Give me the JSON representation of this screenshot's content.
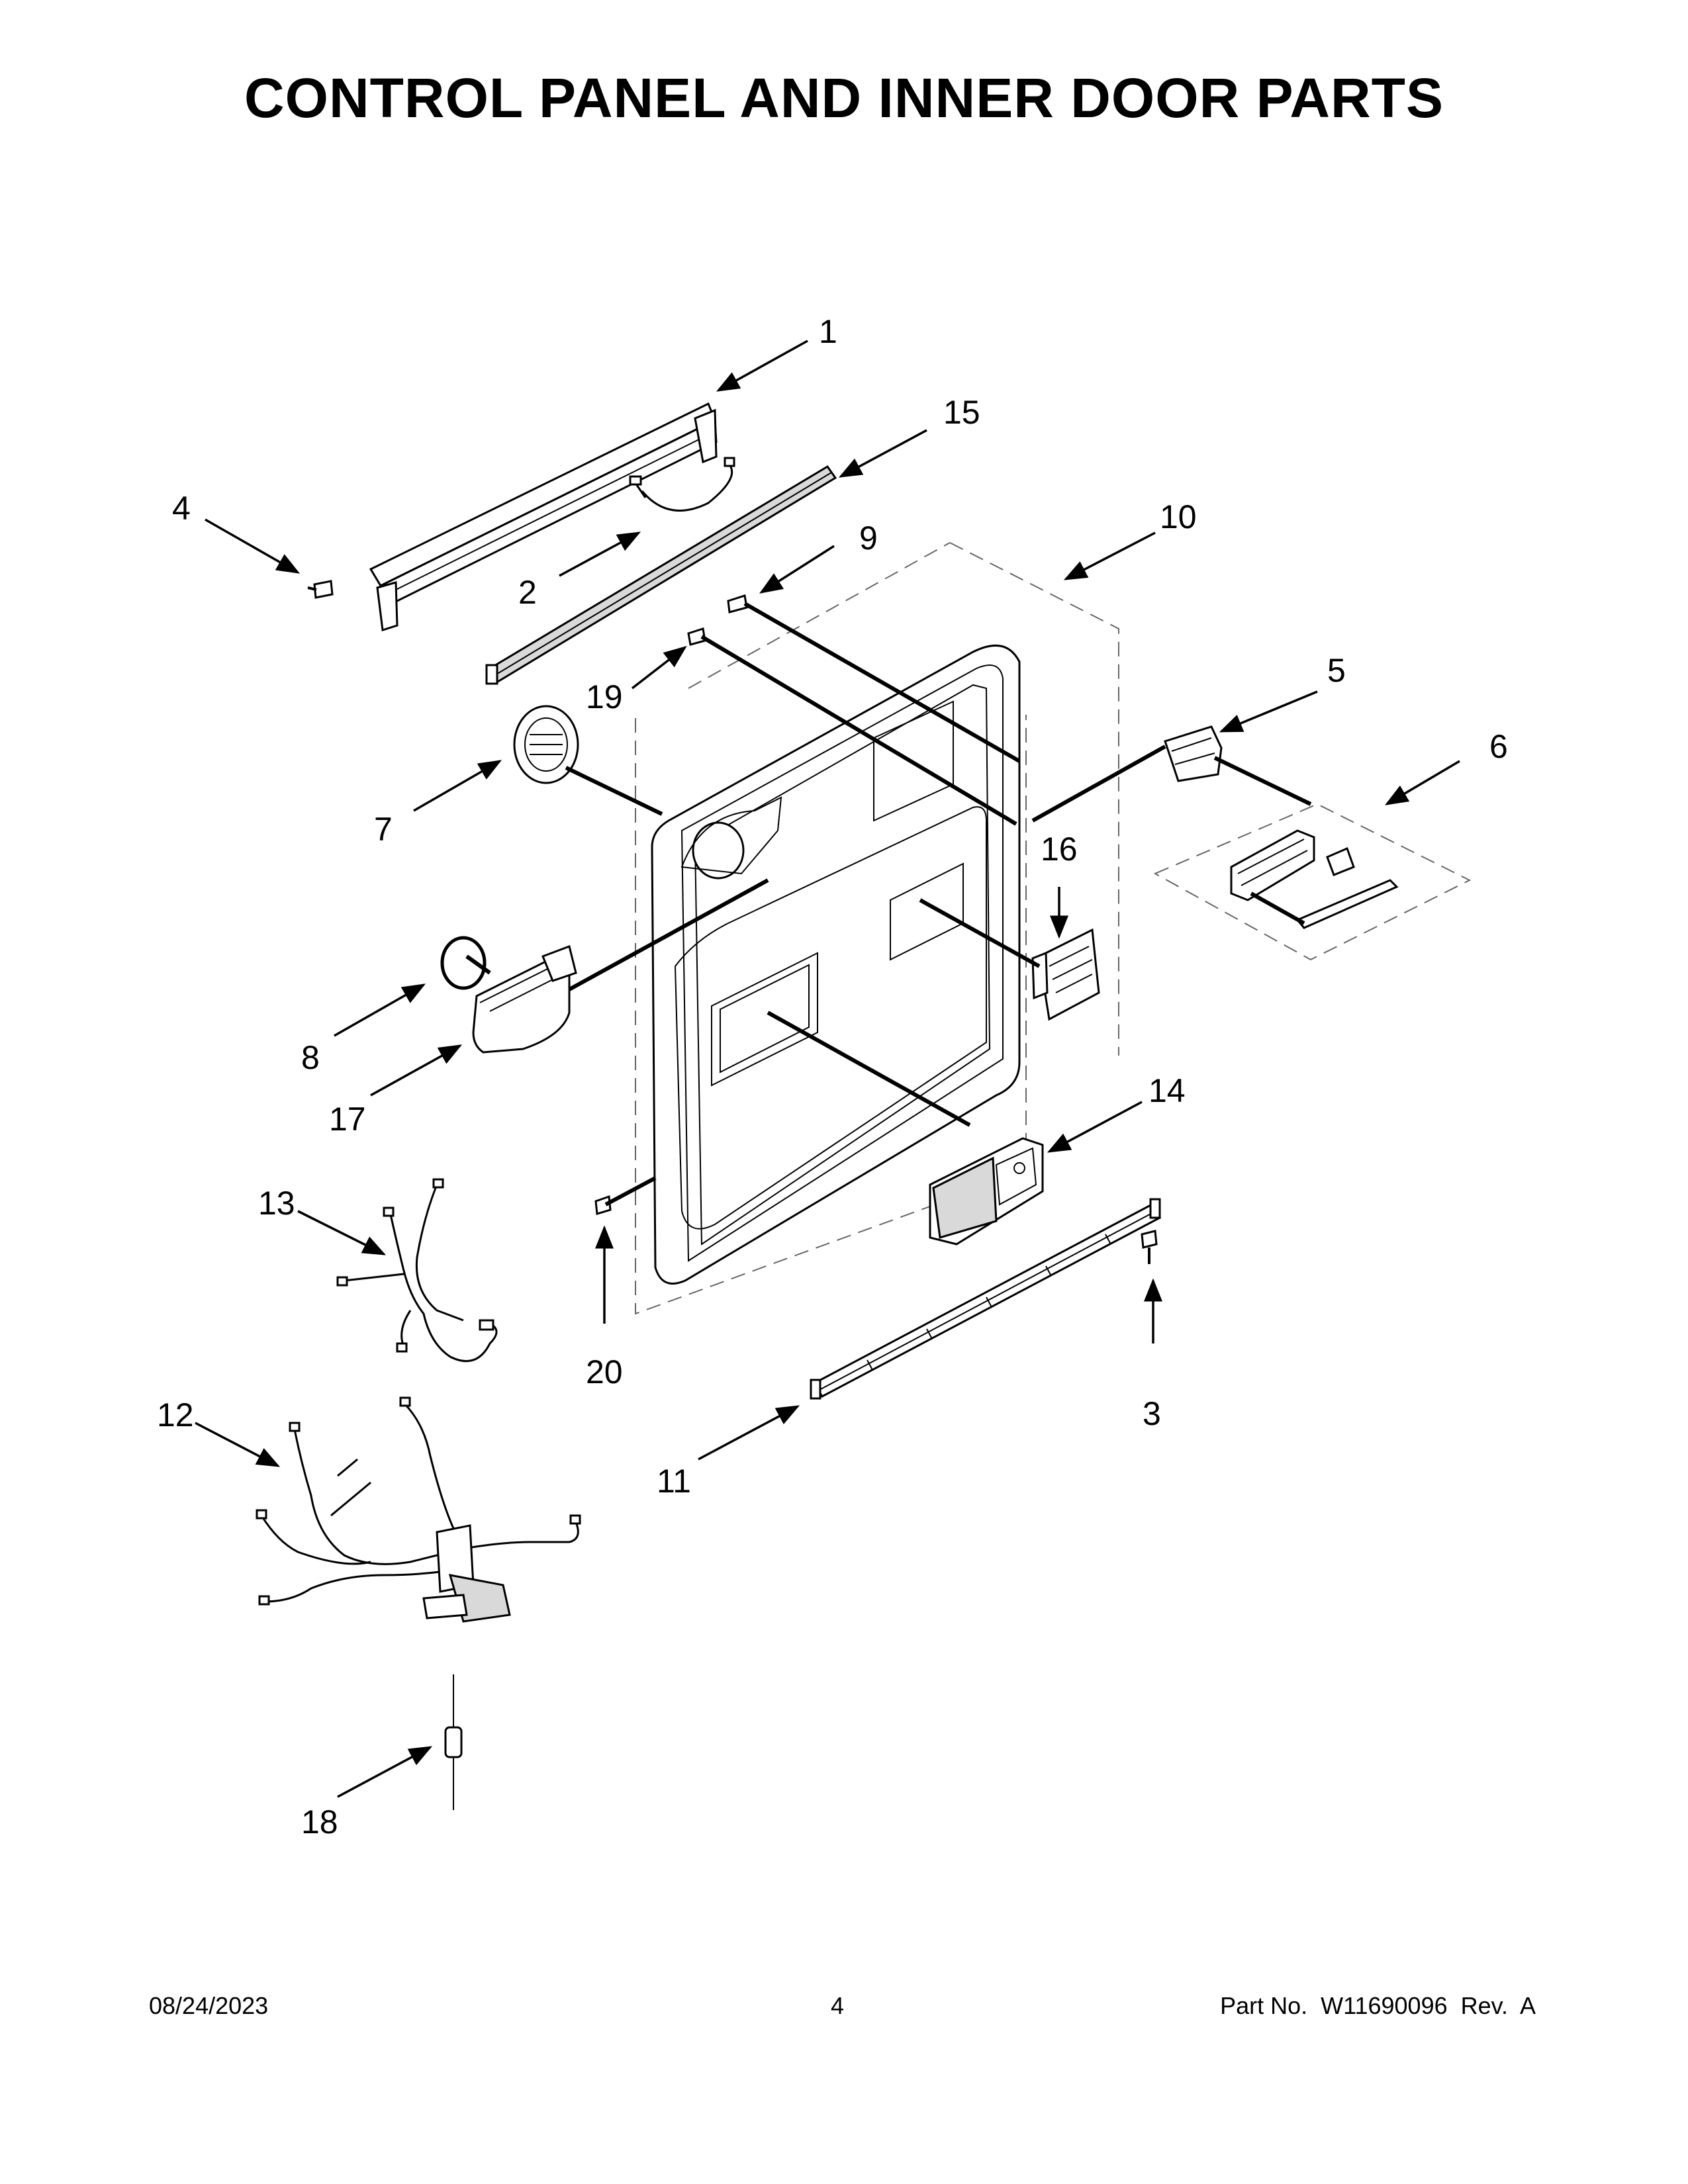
{
  "title": "CONTROL PANEL AND INNER DOOR PARTS",
  "callouts": {
    "c1": "1",
    "c2": "2",
    "c3": "3",
    "c4": "4",
    "c5": "5",
    "c6": "6",
    "c7": "7",
    "c8": "8",
    "c9": "9",
    "c10": "10",
    "c11": "11",
    "c12": "12",
    "c13": "13",
    "c14": "14",
    "c15": "15",
    "c16": "16",
    "c17": "17",
    "c18": "18",
    "c19": "19",
    "c20": "20"
  },
  "footer": {
    "date": "08/24/2023",
    "page": "4",
    "part_number": "Part No.  W11690096  Rev.  A"
  }
}
